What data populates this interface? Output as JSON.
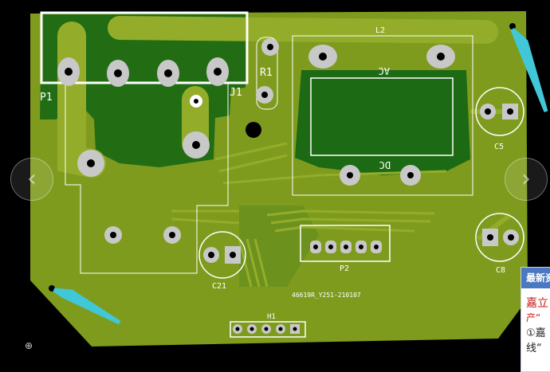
{
  "labels": {
    "board_ref": "P1",
    "j1": "J1",
    "r1": "R1",
    "l2": "L2",
    "ac": "AC",
    "dc": "DC",
    "c5": "C5",
    "c8": "C8",
    "c21": "C21",
    "p2": "P2",
    "h1": "H1",
    "part_number": "46619R_Y251-210107"
  },
  "colors": {
    "background": "#000000",
    "board": "#7f9b1e",
    "copper": "#1d6a14",
    "trace": "#4d8a1a",
    "pad": "#c8c8c8",
    "silkscreen": "#ffffff",
    "annotation_arrow": "#40c8d8"
  },
  "navigation": {
    "prev_icon": "chevron-left-icon",
    "next_icon": "chevron-right-icon",
    "prev_glyph": "‹",
    "next_glyph": "›"
  },
  "news_panel": {
    "header": "最新资",
    "title": "嘉立",
    "subtitle": "产“",
    "line1": "①嘉",
    "line2": "线“"
  },
  "crosshair_glyph": "⊕"
}
